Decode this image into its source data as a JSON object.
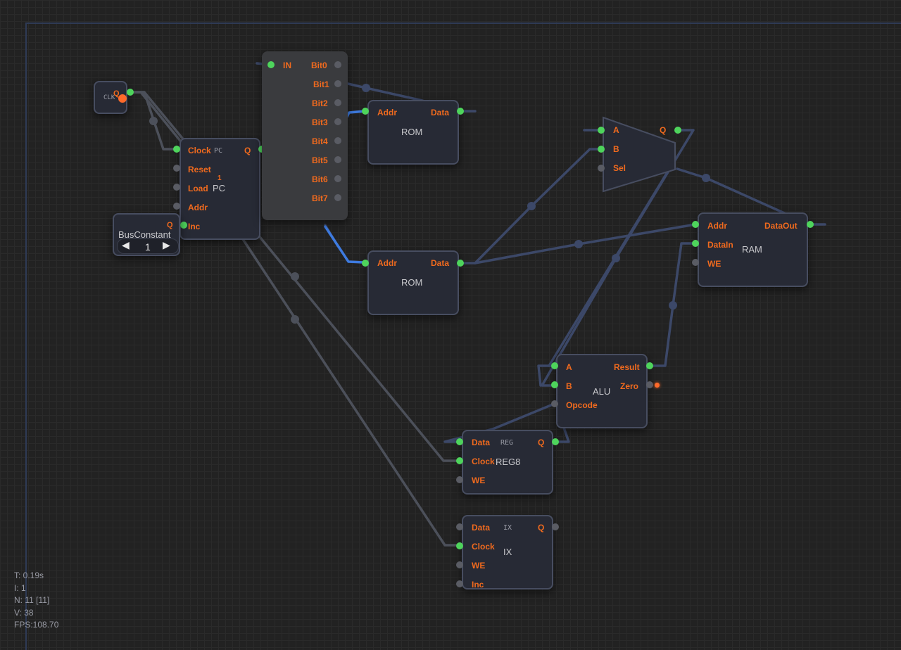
{
  "clock": {
    "label": "CLK",
    "q_label": "Q"
  },
  "pc": {
    "tag": "PC",
    "title": "PC",
    "value": "1",
    "inputs": [
      "Clock",
      "Reset",
      "Load",
      "Addr",
      "Inc"
    ],
    "output": "Q"
  },
  "bus_constant": {
    "title": "BusConstant",
    "q_label": "Q",
    "value": "1",
    "left_icon": "arrow-left-icon",
    "right_icon": "arrow-right-icon"
  },
  "splitter": {
    "input": "IN",
    "outputs": [
      "Bit0",
      "Bit1",
      "Bit2",
      "Bit3",
      "Bit4",
      "Bit5",
      "Bit6",
      "Bit7"
    ]
  },
  "rom_top": {
    "title": "ROM",
    "addr": "Addr",
    "data": "Data"
  },
  "rom_bottom": {
    "title": "ROM",
    "addr": "Addr",
    "data": "Data"
  },
  "mux": {
    "a": "A",
    "b": "B",
    "sel": "Sel",
    "q": "Q"
  },
  "ram": {
    "title": "RAM",
    "inputs": [
      "Addr",
      "DataIn",
      "WE"
    ],
    "output": "DataOut"
  },
  "alu": {
    "title": "ALU",
    "inputs": [
      "A",
      "B",
      "Opcode"
    ],
    "outputs": [
      "Result",
      "Zero"
    ]
  },
  "reg": {
    "tag": "REG",
    "title": "REG8",
    "inputs": [
      "Data",
      "Clock",
      "WE"
    ],
    "output": "Q"
  },
  "ix": {
    "tag": "IX",
    "title": "IX",
    "inputs": [
      "Data",
      "Clock",
      "WE",
      "Inc"
    ],
    "output": "Q"
  },
  "stats": {
    "t": "T: 0.19s",
    "i": "I: 1",
    "n": "N: 11 [11]",
    "v": "V: 38",
    "fps": "FPS:108.70"
  },
  "colors": {
    "background": "#222222",
    "port_on": "#4ed45c",
    "port_off": "#5a5c64",
    "label": "#f06a1e",
    "wire": "#3c4868",
    "wire_active": "#3e7be0"
  }
}
